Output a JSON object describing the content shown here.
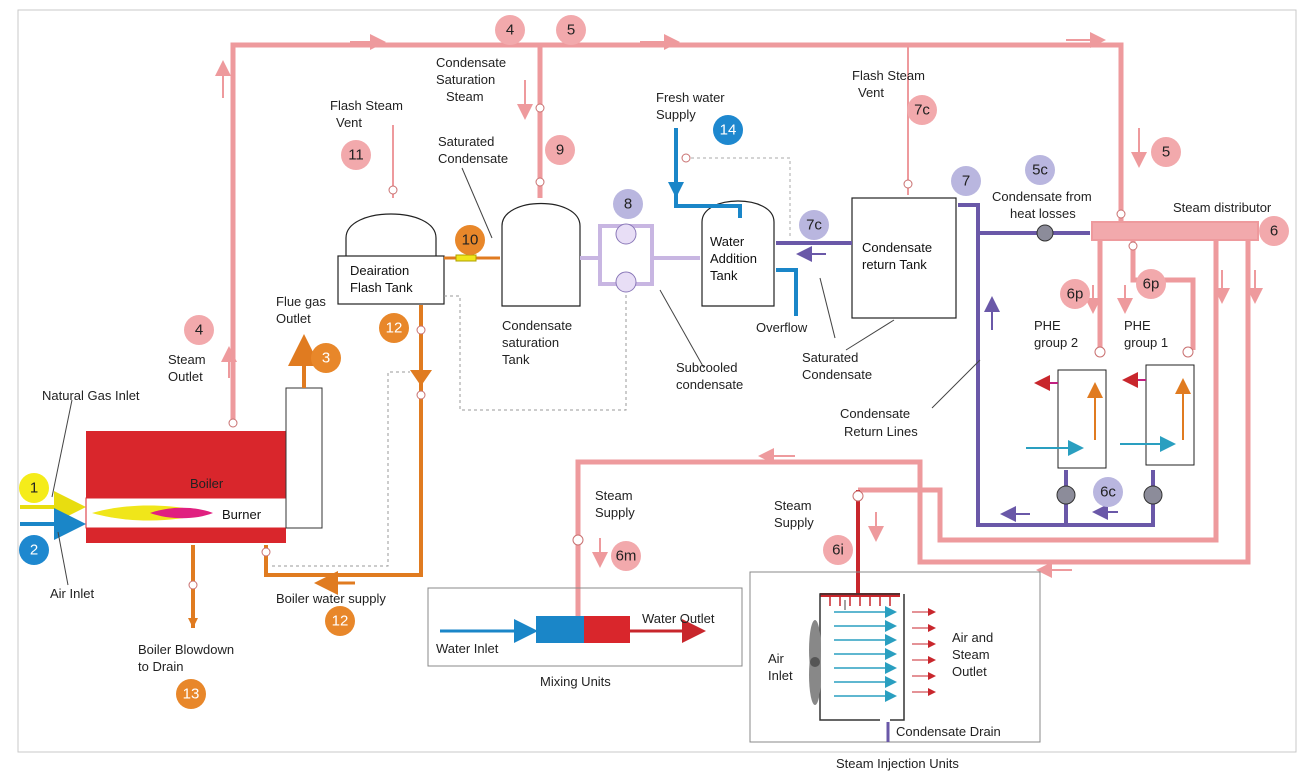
{
  "colors": {
    "steam": "#ee9a9d",
    "boiler": "#d9262c",
    "feedwater": "#e07b20",
    "condensate": "#6a58a8",
    "freshwater": "#1a86c8",
    "subcooled": "#c8b6e2",
    "pink_circle": "#f2a9ac",
    "orange_circle": "#e8872a",
    "purple_circle": "#b9b6df",
    "blue_circle": "#1e88cf",
    "yellow_circle": "#f5ec1a"
  },
  "markers": {
    "m1": "1",
    "m2": "2",
    "m3": "3",
    "m4_top": "4",
    "m4_left": "4",
    "m5_top": "5",
    "m5_right": "5",
    "m5c": "5c",
    "m6": "6",
    "m6c": "6c",
    "m6i": "6i",
    "m6m": "6m",
    "m6p_a": "6p",
    "m6p_b": "6p",
    "m7": "7",
    "m7c_a": "7c",
    "m7c_b": "7c",
    "m8": "8",
    "m9": "9",
    "m10": "10",
    "m11": "11",
    "m12_a": "12",
    "m12_b": "12",
    "m13": "13",
    "m14": "14"
  },
  "labels": {
    "condensate_saturation_steam": [
      "Condensate",
      "Saturation",
      "Steam"
    ],
    "flash_steam_vent_left": [
      "Flash Steam",
      "Vent"
    ],
    "flash_steam_vent_right": [
      "Flash Steam",
      "Vent"
    ],
    "saturated_condensate_top": [
      "Saturated",
      "Condensate"
    ],
    "fresh_water_supply": [
      "Fresh water",
      "Supply"
    ],
    "steam_distributor": "Steam distributor",
    "condensate_heat_losses": [
      "Condensate from",
      "heat losses"
    ],
    "deairation_tank": [
      "Deairation",
      "Flash Tank"
    ],
    "condensate_saturation_tank": [
      "Condensate",
      "saturation",
      "Tank"
    ],
    "water_addition_tank": [
      "Water",
      "Addition",
      "Tank"
    ],
    "condensate_return_tank": [
      "Condensate",
      "return Tank"
    ],
    "flue_gas_outlet": [
      "Flue gas",
      "Outlet"
    ],
    "steam_outlet": [
      "Steam",
      "Outlet"
    ],
    "overflow": "Overflow",
    "subcooled_condensate": [
      "Subcooled",
      "condensate"
    ],
    "saturated_condensate_bottom": [
      "Saturated",
      "Condensate"
    ],
    "phe_group_2": [
      "PHE",
      "group 2"
    ],
    "phe_group_1": [
      "PHE",
      "group 1"
    ],
    "condensate_return_lines": [
      "Condensate",
      "Return Lines"
    ],
    "natural_gas_inlet": "Natural Gas Inlet",
    "boiler": "Boiler",
    "burner": "Burner",
    "air_inlet": "Air Inlet",
    "boiler_water_supply": "Boiler water supply",
    "boiler_blowdown": [
      "Boiler Blowdown",
      "to Drain"
    ],
    "steam_supply_mixing": [
      "Steam",
      "Supply"
    ],
    "steam_supply_injection": [
      "Steam",
      "Supply"
    ],
    "water_inlet": "Water Inlet",
    "water_outlet": "Water Outlet",
    "mixing_units": "Mixing Units",
    "air_inlet_injection": [
      "Air",
      "Inlet"
    ],
    "air_steam_outlet": [
      "Air and",
      "Steam",
      "Outlet"
    ],
    "condensate_drain": "Condensate Drain",
    "steam_injection_units": "Steam Injection Units"
  }
}
